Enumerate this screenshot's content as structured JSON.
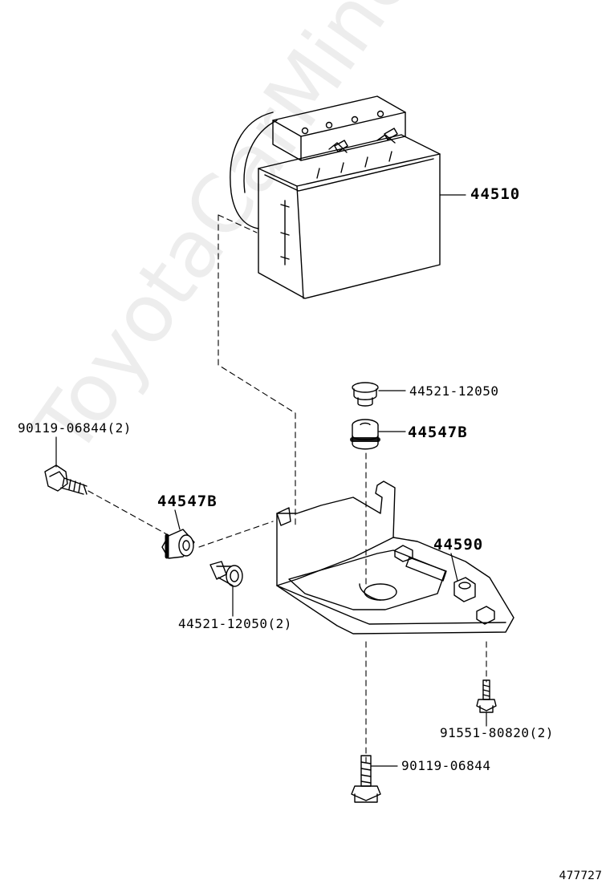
{
  "watermark": "ToyotaCarMine.ru",
  "drawing_code": "477727",
  "labels": {
    "abs_actuator": "44510",
    "top_collar": "44521-12050",
    "top_cushion": "44547B",
    "left_bolt": "90119-06844(2)",
    "left_cushion": "44547B",
    "bracket": "44590",
    "left_collar": "44521-12050(2)",
    "right_bolt": "91551-80820(2)",
    "bottom_bolt": "90119-06844"
  },
  "colors": {
    "line": "#000000",
    "background": "#ffffff"
  }
}
